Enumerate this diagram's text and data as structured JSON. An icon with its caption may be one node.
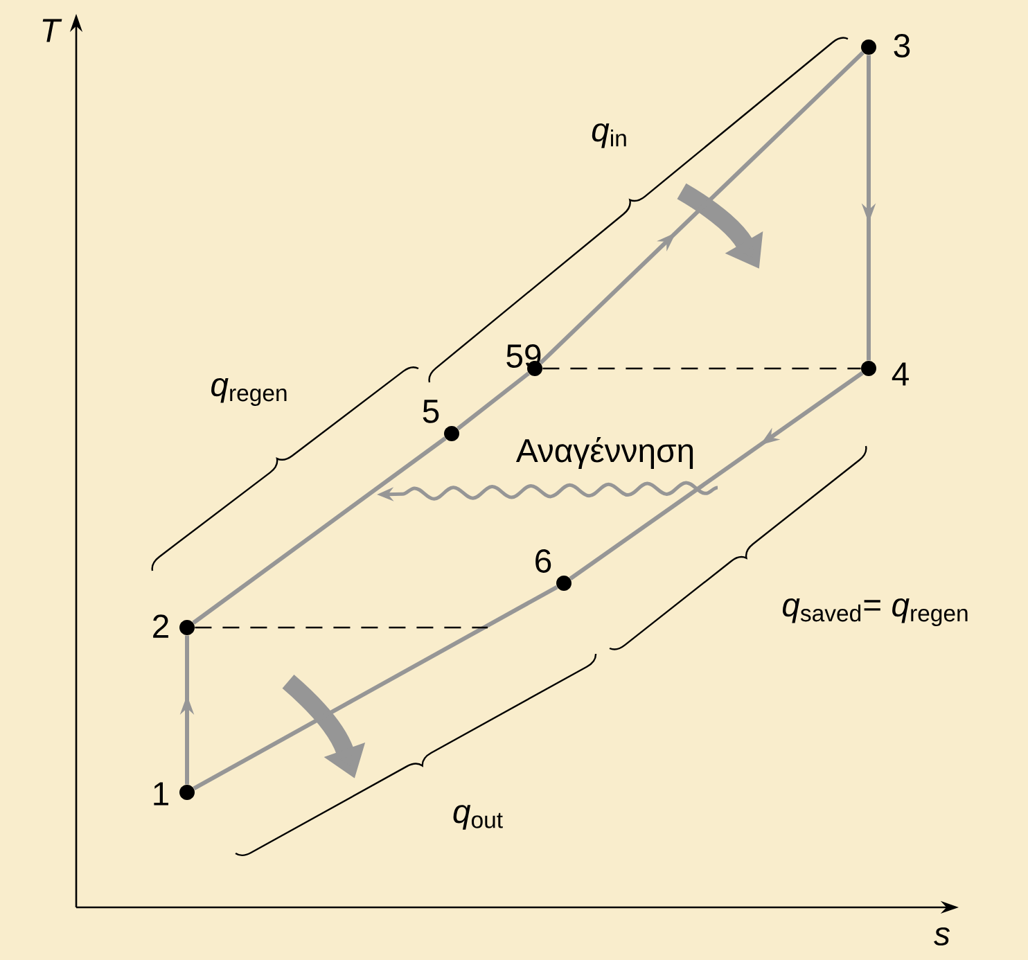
{
  "diagram": {
    "nodes": [
      {
        "text": [],
        "shape": "circle",
        "beside": [
          "1"
        ]
      },
      {
        "text": [],
        "shape": "circle",
        "beside": [
          "2"
        ]
      },
      {
        "text": [],
        "shape": "circle",
        "beside": [
          "5"
        ]
      },
      {
        "text": [],
        "shape": "circle",
        "beside": [
          "59"
        ]
      },
      {
        "text": [],
        "shape": "circle",
        "beside": [
          "3"
        ]
      },
      {
        "text": [],
        "shape": "circle",
        "beside": [
          "4"
        ]
      },
      {
        "text": [],
        "shape": "circle",
        "beside": [
          "6"
        ]
      }
    ],
    "edges": [
      {
        "from": 0,
        "to": 1,
        "arrow": "to"
      },
      {
        "from": 1,
        "to": 2,
        "arrow": "none"
      },
      {
        "from": 2,
        "to": 3,
        "arrow": "none"
      },
      {
        "from": 3,
        "to": 4,
        "arrow": "to"
      },
      {
        "from": 4,
        "to": 5,
        "arrow": "to"
      },
      {
        "from": 5,
        "to": 6,
        "arrow": "to"
      },
      {
        "from": 6,
        "to": 0,
        "arrow": "none"
      },
      {
        "from": 3,
        "to": 5,
        "arrow": "none",
        "style": "dashed",
        "color": "#000000"
      },
      {
        "from": 1,
        "to": null,
        "arrow": "none",
        "style": "dashed",
        "color": "#000000"
      }
    ],
    "labels": [
      "T",
      "*q*$_{in}$",
      "*q*$_{regen}$",
      "Αναγέννηση",
      "*q*$_{saved}$= *q*$_{regen}$",
      "*q*$_{out}$",
      "s"
    ]
  }
}
